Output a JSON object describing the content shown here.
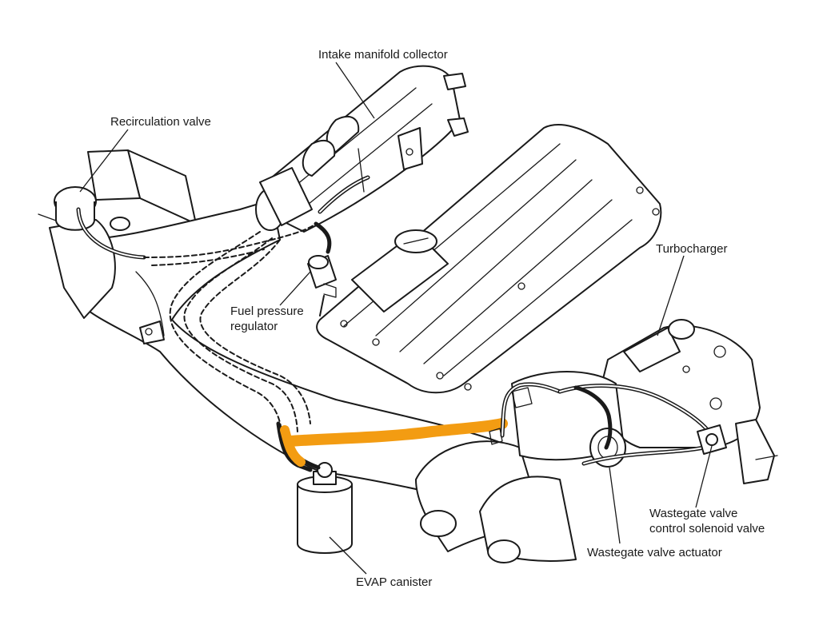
{
  "labels": {
    "intake_manifold_collector": "Intake manifold collector",
    "recirculation_valve": "Recirculation valve",
    "fuel_pressure_regulator_line1": "Fuel pressure",
    "fuel_pressure_regulator_line2": "regulator",
    "turbocharger": "Turbocharger",
    "wastegate_solenoid_line1": "Wastegate valve",
    "wastegate_solenoid_line2": "control solenoid valve",
    "wastegate_actuator": "Wastegate valve actuator",
    "evap_canister": "EVAP canister"
  },
  "colors": {
    "ink": "#1a1a1a",
    "highlight": "#f39c12",
    "background": "#ffffff"
  }
}
